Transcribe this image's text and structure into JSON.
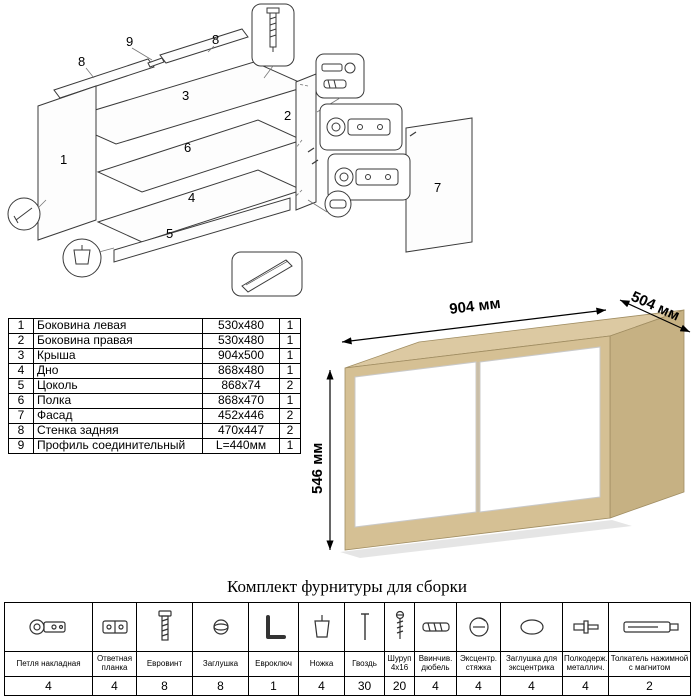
{
  "diagram": {
    "labels": {
      "n1": "1",
      "n2": "2",
      "n3": "3",
      "n4": "4",
      "n5": "5",
      "n6": "6",
      "n7": "7",
      "n8": "8",
      "n9": "9"
    }
  },
  "parts_table": {
    "rows": [
      {
        "num": "1",
        "name": "Боковина левая",
        "size": "530x480",
        "qty": "1"
      },
      {
        "num": "2",
        "name": "Боковина правая",
        "size": "530x480",
        "qty": "1"
      },
      {
        "num": "3",
        "name": "Крыша",
        "size": "904x500",
        "qty": "1"
      },
      {
        "num": "4",
        "name": "Дно",
        "size": "868x480",
        "qty": "1"
      },
      {
        "num": "5",
        "name": "Цоколь",
        "size": "868x74",
        "qty": "2"
      },
      {
        "num": "6",
        "name": "Полка",
        "size": "868x470",
        "qty": "1"
      },
      {
        "num": "7",
        "name": "Фасад",
        "size": "452x446",
        "qty": "2"
      },
      {
        "num": "8",
        "name": "Стенка задняя",
        "size": "470x447",
        "qty": "2"
      },
      {
        "num": "9",
        "name": "Профиль соединительный",
        "size": "L=440мм",
        "qty": "1"
      }
    ]
  },
  "cabinet": {
    "dim_width": "904 мм",
    "dim_depth": "504 мм",
    "dim_height": "546 мм"
  },
  "hardware": {
    "title": "Комплект фурнитуры для сборки",
    "items": [
      {
        "label": "Петля накладная",
        "qty": "4",
        "icon": "hinge-icon"
      },
      {
        "label": "Ответная планка",
        "qty": "4",
        "icon": "strike-plate-icon"
      },
      {
        "label": "Евровинт",
        "qty": "8",
        "icon": "euro-screw-icon"
      },
      {
        "label": "Заглушка",
        "qty": "8",
        "icon": "plug-cap-icon"
      },
      {
        "label": "Евроключ",
        "qty": "1",
        "icon": "hex-key-icon"
      },
      {
        "label": "Ножка",
        "qty": "4",
        "icon": "foot-icon"
      },
      {
        "label": "Гвоздь",
        "qty": "30",
        "icon": "nail-icon"
      },
      {
        "label": "Шуруп 4x16",
        "qty": "20",
        "icon": "screw-icon"
      },
      {
        "label": "Ввинчив. дюбель",
        "qty": "4",
        "icon": "screw-dowel-icon"
      },
      {
        "label": "Эксцентр. стяжка",
        "qty": "4",
        "icon": "cam-lock-icon"
      },
      {
        "label": "Заглушка для эксцентрика",
        "qty": "4",
        "icon": "cam-cap-icon"
      },
      {
        "label": "Полкодерж. металлич.",
        "qty": "4",
        "icon": "shelf-pin-icon"
      },
      {
        "label": "Толкатель нажимной с магнитом",
        "qty": "2",
        "icon": "push-latch-icon"
      }
    ]
  },
  "colors": {
    "wood": "#d5c094",
    "wood-top": "#dcc9a2",
    "wood-side": "#c6b183",
    "line": "#3a3a3a"
  }
}
